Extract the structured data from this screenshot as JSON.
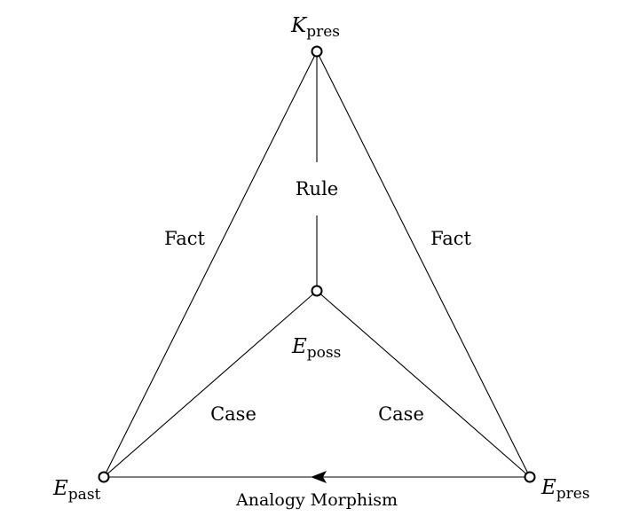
{
  "nodes": {
    "k_pres": {
      "letter": "K",
      "sub": "pres"
    },
    "e_poss": {
      "letter": "E",
      "sub": "poss"
    },
    "e_past": {
      "letter": "E",
      "sub": "past"
    },
    "e_pres": {
      "letter": "E",
      "sub": "pres"
    }
  },
  "edges": {
    "rule": "Rule",
    "fact_left": "Fact",
    "fact_right": "Fact",
    "case_left": "Case",
    "case_right": "Case",
    "analogy": "Analogy Morphism"
  }
}
